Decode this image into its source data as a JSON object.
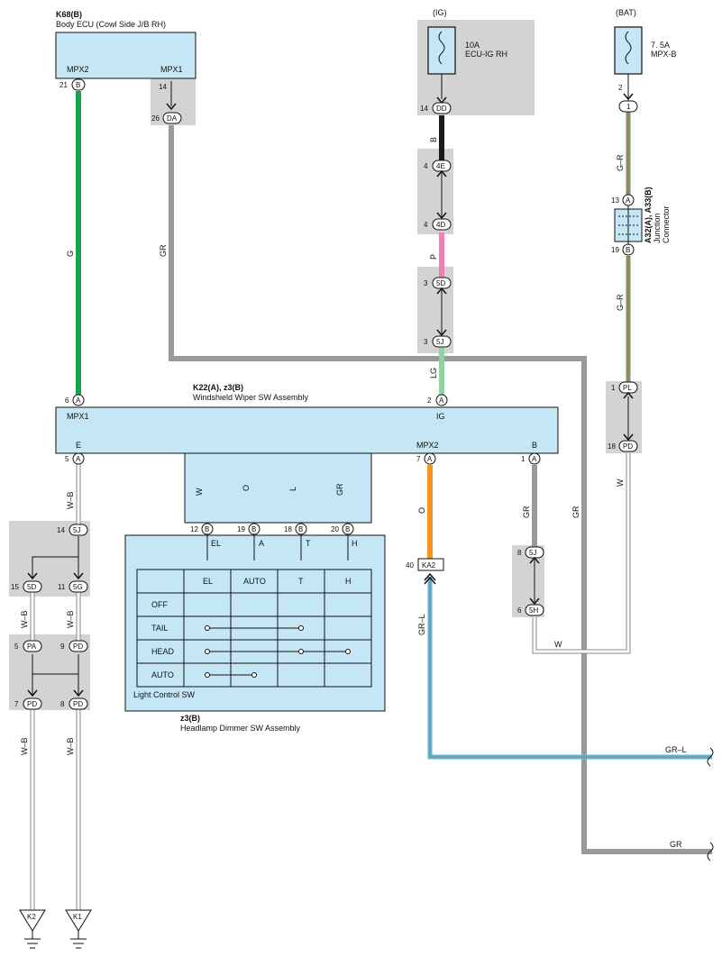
{
  "colors": {
    "box_fill": "#c5e6f5",
    "shade": "#d3d3d3",
    "wire_G": "#19a34a",
    "wire_GR": "#999999",
    "wire_B": "#1a1a1a",
    "wire_P": "#ef7fb4",
    "wire_LG": "#8fd3a5",
    "wire_O": "#f7941d",
    "wire_L": "#1aa7e6",
    "wire_GR_R": "#6aa06a",
    "wire_W": "#ffffff",
    "wire_GR_L": "#5fb5d8"
  },
  "body_ecu": {
    "code": "K68(B)",
    "name": "Body ECU (Cowl Side J/B RH)",
    "pin_mpx2": "MPX2",
    "pin_mpx1": "MPX1"
  },
  "fuse_ig": {
    "source": "(IG)",
    "rating": "10A",
    "name": "ECU-IG RH"
  },
  "fuse_bat": {
    "source": "(BAT)",
    "rating": "7. 5A",
    "name": "MPX-B"
  },
  "junction": {
    "code": "A32(A), A33(B)",
    "name": "Junction",
    "name2": "Connector"
  },
  "wiper_sw": {
    "code": "K22(A), z3(B)",
    "name": "Windshield Wiper SW Assembly",
    "pin_mpx1": "MPX1",
    "pin_ig": "IG",
    "pin_e": "E",
    "pin_mpx2": "MPX2",
    "pin_b": "B"
  },
  "light_sw": {
    "label": "Light Control SW",
    "pins": [
      "EL",
      "A",
      "T",
      "H"
    ],
    "table_header": [
      "EL",
      "AUTO",
      "T",
      "H"
    ],
    "rows": [
      "OFF",
      "TAIL",
      "HEAD",
      "AUTO"
    ]
  },
  "headlamp": {
    "code": "z3(B)",
    "name": "Headlamp Dimmer SW Assembly"
  },
  "wires": {
    "G": "G",
    "GR": "GR",
    "B": "B",
    "P": "P",
    "LG": "LG",
    "O": "O",
    "L": "L",
    "W": "W",
    "W_B": "W–B",
    "GR_R": "G–R",
    "GR_L": "GR–L"
  },
  "grounds": {
    "k2": "K2",
    "k1": "K1"
  },
  "connectors": {
    "B": "B",
    "DA": "DA",
    "DD": "DD",
    "4E": "4E",
    "4D": "4D",
    "5D": "5D",
    "5J": "5J",
    "A": "A",
    "PL": "PL",
    "PD": "PD",
    "1": "1",
    "KA2": "KA2",
    "5H": "5H",
    "5G": "5G",
    "PA": "PA"
  },
  "pin_numbers": {
    "p21": "21",
    "p14": "14",
    "p26": "26",
    "p2": "2",
    "p4": "4",
    "p3": "3",
    "p6": "6",
    "p13": "13",
    "p19": "19",
    "p1": "1",
    "p18": "18",
    "p5": "5",
    "p7": "7",
    "p12": "12",
    "p20": "20",
    "p40": "40",
    "p8": "8",
    "p15": "15",
    "p11": "11",
    "p9": "9"
  }
}
